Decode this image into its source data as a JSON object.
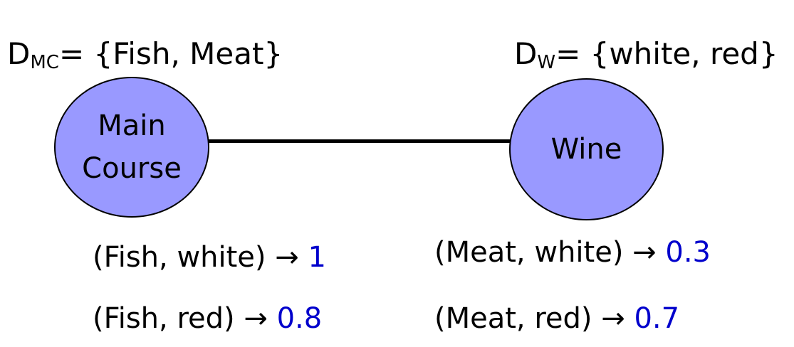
{
  "domains": {
    "mc": {
      "d": "D",
      "sub": "MC",
      "rest": "= {Fish, Meat}"
    },
    "w": {
      "d": "D",
      "sub": "W",
      "rest": "= {white, red}"
    }
  },
  "nodes": {
    "main_course": {
      "line1": "Main",
      "line2": "Course",
      "fill": "#9999ff"
    },
    "wine": {
      "label": "Wine",
      "fill": "#9999ff"
    }
  },
  "utilities": [
    {
      "pair": "(Fish, white)",
      "arrow": "→",
      "value": "1"
    },
    {
      "pair": "(Fish, red)",
      "arrow": "→",
      "value": "0.8"
    },
    {
      "pair": "(Meat, white)",
      "arrow": "→",
      "value": "0.3"
    },
    {
      "pair": "(Meat, red)",
      "arrow": "→",
      "value": "0.7"
    }
  ],
  "colors": {
    "value": "#0000cc",
    "node": "#9999ff"
  }
}
